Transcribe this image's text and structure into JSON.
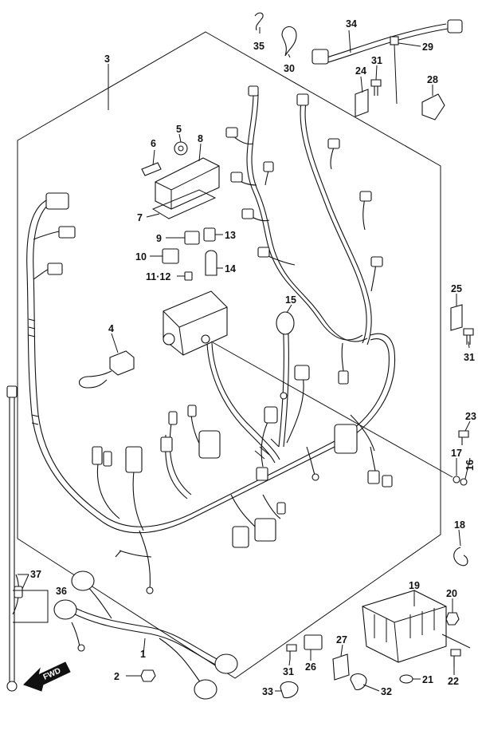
{
  "labels": {
    "l1": "1",
    "l2": "2",
    "l3": "3",
    "l4": "4",
    "l5": "5",
    "l6": "6",
    "l7": "7",
    "l8": "8",
    "l9": "9",
    "l10": "10",
    "l11_12": "11·12",
    "l13": "13",
    "l14": "14",
    "l15": "15",
    "l16": "16",
    "l17": "17",
    "l18": "18",
    "l19": "19",
    "l20": "20",
    "l21": "21",
    "l22": "22",
    "l23": "23",
    "l24": "24",
    "l25": "25",
    "l26": "26",
    "l27": "27",
    "l28": "28",
    "l29": "29",
    "l30": "30",
    "l31a": "31",
    "l31b": "31",
    "l31c": "31",
    "l32": "32",
    "l33": "33",
    "l34": "34",
    "l35": "35",
    "l36": "36",
    "l37": "37"
  },
  "direction_badge": "FWD"
}
